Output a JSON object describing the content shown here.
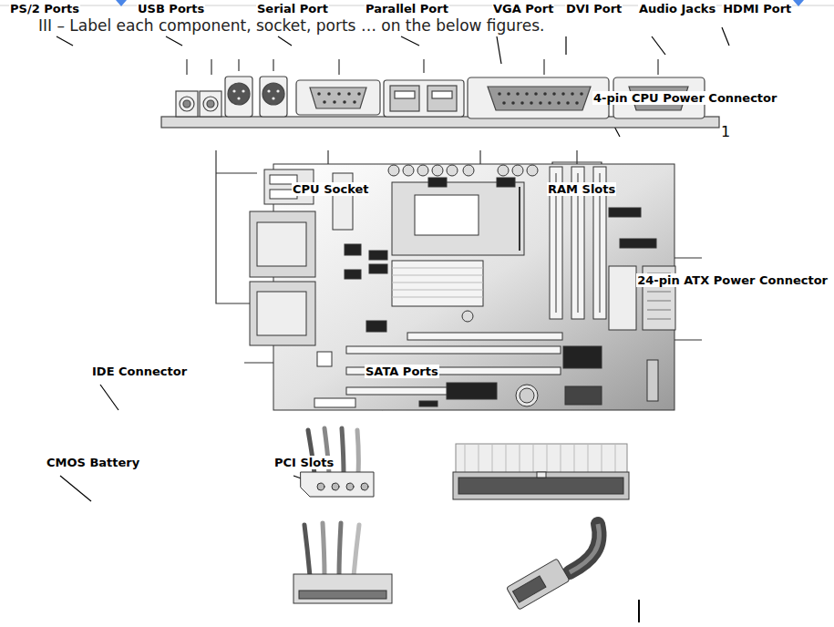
{
  "diagram": {
    "title": "III – Label each component, socket, ports … on the below figures.",
    "labels": [
      "PS/2 Ports",
      "USB Ports",
      "Serial Port",
      "Parallel Port",
      "VGA Port",
      "DVI Port",
      "Audio Jacks",
      "HDMI Port",
      "4-pin CPU Power Connector",
      "1",
      "CPU Socket",
      "RAM Slots",
      "24-pin ATX Power Connector",
      "IDE Connector",
      "SATA Ports",
      "CMOS Battery",
      "PCI Slots"
    ]
  }
}
